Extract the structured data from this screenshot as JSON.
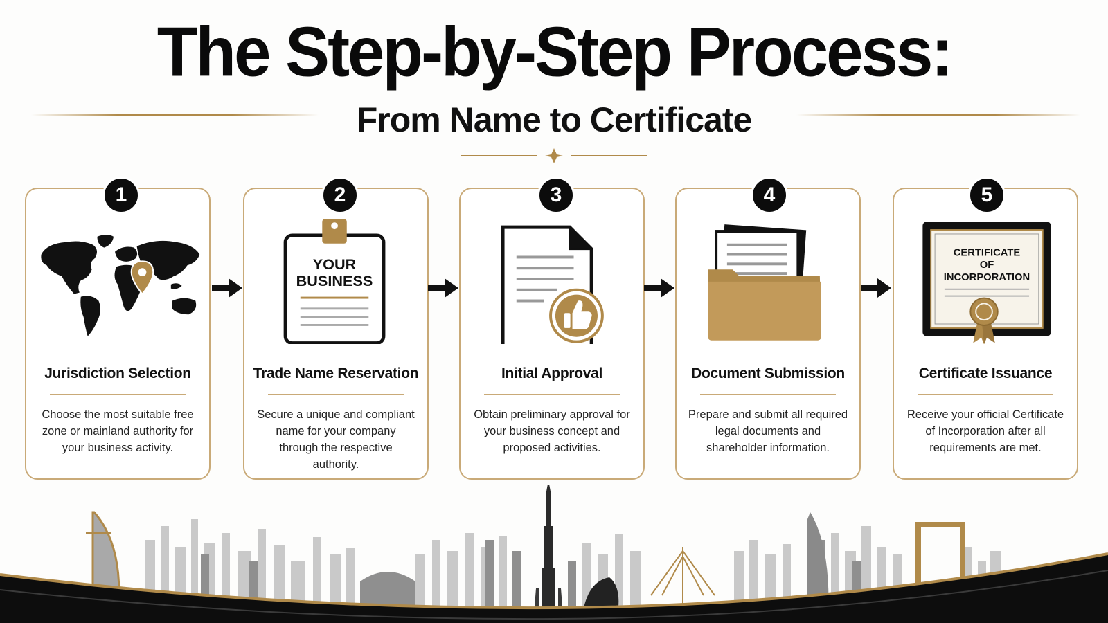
{
  "header": {
    "title": "The Step-by-Step Process:",
    "subtitle": "From Name to Certificate"
  },
  "steps": [
    {
      "number": "1",
      "title": "Jurisdiction Selection",
      "description": "Choose the most suitable free zone or mainland authority for your business activity.",
      "icon": "world-map-pin-icon"
    },
    {
      "number": "2",
      "title": "Trade Name Reservation",
      "description": "Secure a unique and compliant name for your company through the respective authority.",
      "icon": "name-tag-clipboard-icon",
      "illustration_text": [
        "YOUR",
        "BUSINESS"
      ]
    },
    {
      "number": "3",
      "title": "Initial Approval",
      "description": "Obtain preliminary approval for your business concept and proposed activities.",
      "icon": "document-thumbs-up-icon"
    },
    {
      "number": "4",
      "title": "Document Submission",
      "description": "Prepare and submit all required legal documents and shareholder information.",
      "icon": "folder-documents-icon"
    },
    {
      "number": "5",
      "title": "Certificate Issuance",
      "description": "Receive your official Certificate of Incorporation after all requirements are met.",
      "icon": "certificate-seal-icon",
      "illustration_text": [
        "CERTIFICATE",
        "OF",
        "INCORPORATION"
      ]
    }
  ],
  "colors": {
    "accent_gold": "#b08a4a",
    "card_border": "#c9aa78",
    "dark": "#0c0c0c",
    "background": "#fdfdfc"
  }
}
